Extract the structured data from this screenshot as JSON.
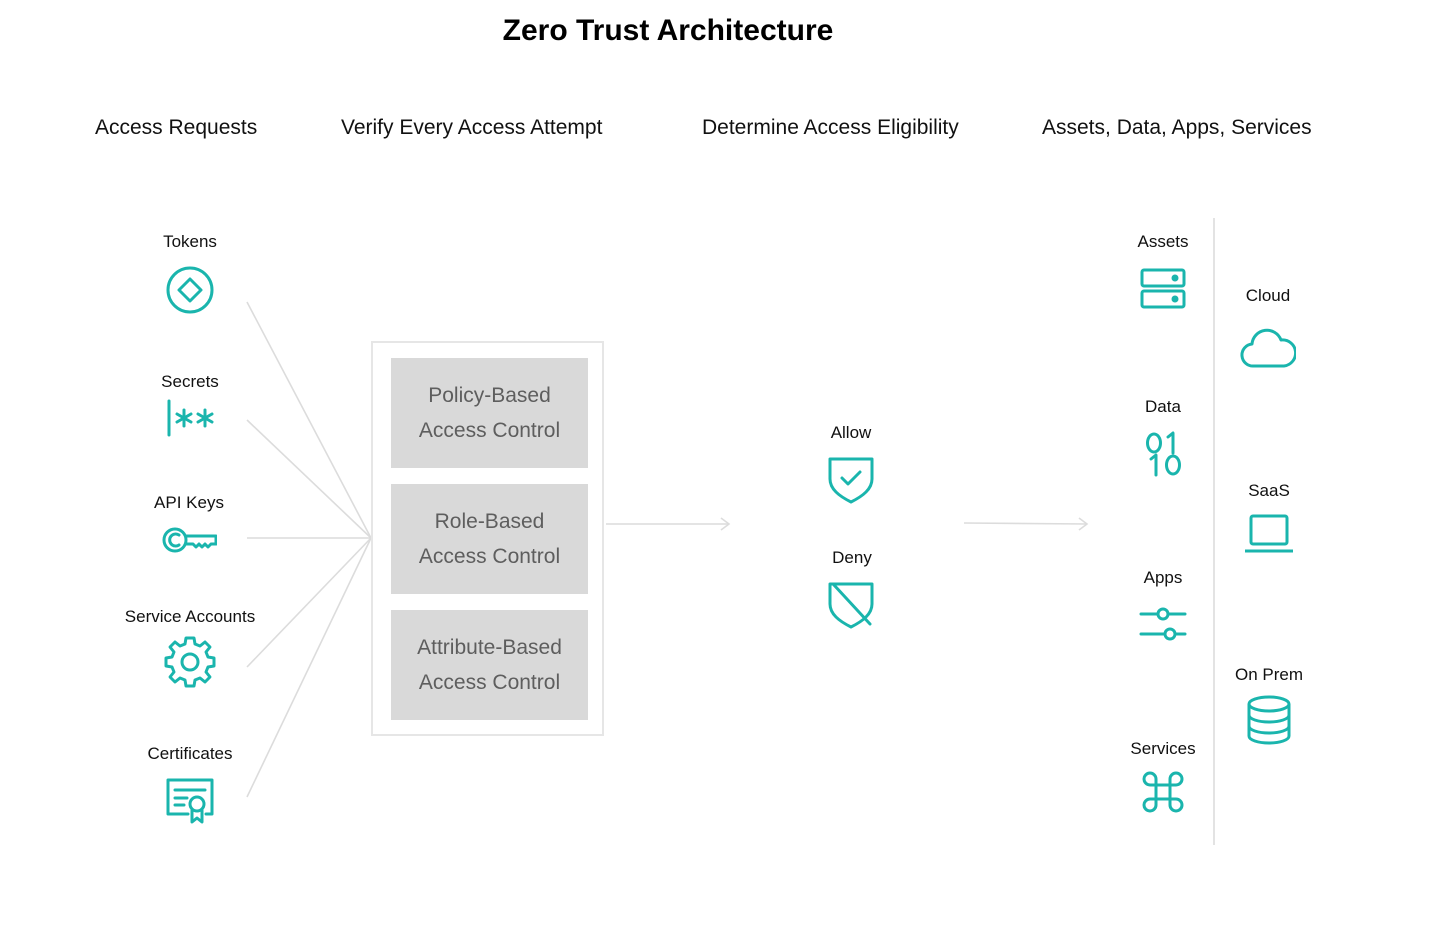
{
  "title": "Zero Trust Architecture",
  "columns": {
    "requests": "Access Requests",
    "verify": "Verify Every Access Attempt",
    "eligibility": "Determine Access Eligibility",
    "resources": "Assets, Data, Apps, Services"
  },
  "requests": [
    {
      "label": "Tokens",
      "icon": "token-icon"
    },
    {
      "label": "Secrets",
      "icon": "secrets-icon"
    },
    {
      "label": "API Keys",
      "icon": "api-key-icon"
    },
    {
      "label": "Service Accounts",
      "icon": "gear-icon"
    },
    {
      "label": "Certificates",
      "icon": "certificate-icon"
    }
  ],
  "policies": [
    {
      "line1": "Policy-Based",
      "line2": "Access Control"
    },
    {
      "line1": "Role-Based",
      "line2": "Access Control"
    },
    {
      "line1": "Attribute-Based",
      "line2": "Access Control"
    }
  ],
  "decisions": [
    {
      "label": "Allow",
      "icon": "shield-check-icon"
    },
    {
      "label": "Deny",
      "icon": "shield-slash-icon"
    }
  ],
  "resources": [
    {
      "label": "Assets",
      "icon": "server-icon"
    },
    {
      "label": "Data",
      "icon": "binary-icon"
    },
    {
      "label": "Apps",
      "icon": "sliders-icon"
    },
    {
      "label": "Services",
      "icon": "command-icon"
    }
  ],
  "environments": [
    {
      "label": "Cloud",
      "icon": "cloud-icon"
    },
    {
      "label": "SaaS",
      "icon": "laptop-icon"
    },
    {
      "label": "On Prem",
      "icon": "database-icon"
    }
  ],
  "colors": {
    "accent": "#1ab5ad",
    "connector": "#dcdcdc",
    "policy_box": "#d9d9d9",
    "policy_text": "#5e5e5e"
  }
}
